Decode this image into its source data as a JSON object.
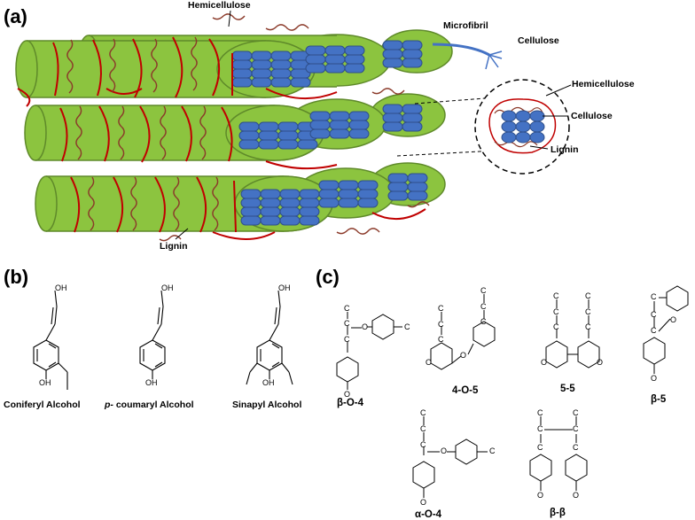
{
  "panels": {
    "a": "(a)",
    "b": "(b)",
    "c": "(c)"
  },
  "panel_a": {
    "labels": {
      "hemicellulose_top": "Hemicellulose",
      "microfibril": "Microfibril",
      "cellulose_top": "Cellulose",
      "hemicellulose_inset": "Hemicellulose",
      "cellulose_inset": "Cellulose",
      "lignin_inset": "Lignin",
      "lignin_bottom": "Lignin"
    }
  },
  "panel_b": {
    "monomers": [
      {
        "name": "Coniferyl Alcohol",
        "oh_top": "OH",
        "oh_ring": "OH"
      },
      {
        "name_prefix": "p-",
        "name": " coumaryl Alcohol",
        "oh_top": "OH",
        "oh_ring": "OH"
      },
      {
        "name": "Sinapyl Alcohol",
        "oh_top": "OH",
        "oh_ring": "OH"
      }
    ]
  },
  "panel_c": {
    "linkages": [
      "β-O-4",
      "4-O-5",
      "5-5",
      "β-5",
      "α-O-4",
      "β-β"
    ],
    "atom_c": "C",
    "atom_o": "O"
  },
  "colors": {
    "fibril_green": "#8cc43f",
    "fibril_outline": "#5f8a2a",
    "cellulose_blue": "#4472c4",
    "cellulose_outline": "#2f4f8a",
    "lignin_red": "#c00000",
    "hemicellulose_brown": "#8b3a2a"
  }
}
